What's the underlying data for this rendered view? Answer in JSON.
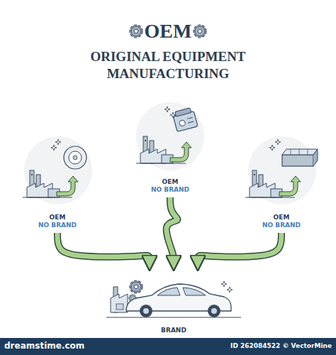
{
  "diagram": {
    "title": "OEM",
    "nodes": [
      {
        "text": [
          "OEM",
          "NO BRAND"
        ]
      },
      {
        "text": [
          "OEM",
          "NO BRAND"
        ]
      },
      {
        "text": [
          "OEM",
          "NO BRAND"
        ]
      },
      {
        "text": [
          "BRAND"
        ]
      }
    ],
    "edges": [
      {
        "from": 0,
        "to": 3,
        "arrow": "to"
      },
      {
        "from": 1,
        "to": 3,
        "arrow": "to"
      },
      {
        "from": 2,
        "to": 3,
        "arrow": "to"
      }
    ],
    "labels": [
      "ORIGINAL EQUIPMENT MANUFACTURING",
      "dreamstime.com",
      "ID 262084522 © VectorMine"
    ]
  }
}
